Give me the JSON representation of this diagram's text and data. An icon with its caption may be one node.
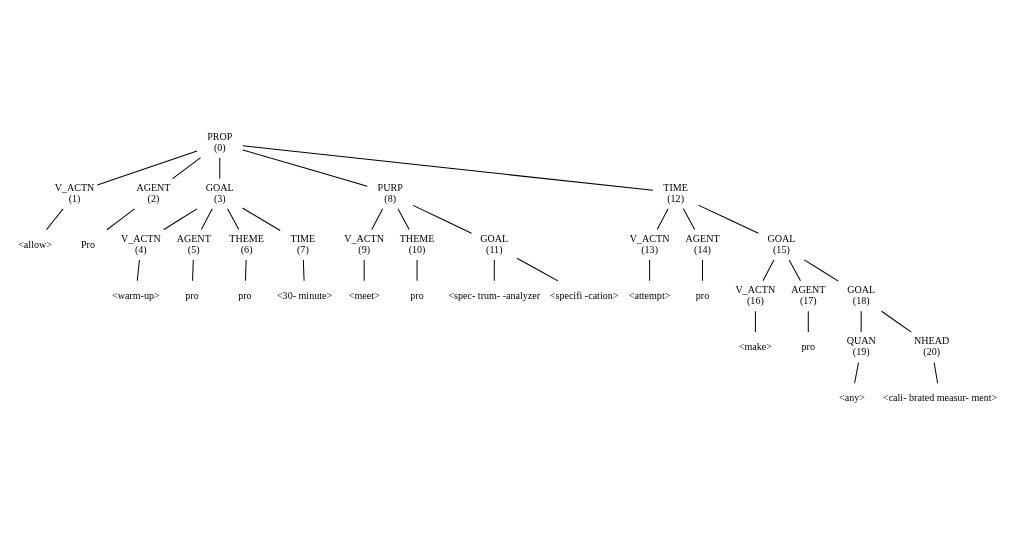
{
  "diagram": {
    "nodes": [
      {
        "text": [
          "PROP",
          "(0)"
        ]
      },
      {
        "text": [
          "V_ACTN",
          "(1)"
        ]
      },
      {
        "text": [
          "AGENT",
          "(2)"
        ]
      },
      {
        "text": [
          "GOAL",
          "(3)"
        ]
      },
      {
        "text": [
          "V_ACTN",
          "(4)"
        ]
      },
      {
        "text": [
          "AGENT",
          "(5)"
        ]
      },
      {
        "text": [
          "THEME",
          "(6)"
        ]
      },
      {
        "text": [
          "TIME",
          "(7)"
        ]
      },
      {
        "text": [
          "PURP",
          "(8)"
        ]
      },
      {
        "text": [
          "V_ACTN",
          "(9)"
        ]
      },
      {
        "text": [
          "THEME",
          "(10)"
        ]
      },
      {
        "text": [
          "GOAL",
          "(11)"
        ]
      },
      {
        "text": [
          "TIME",
          "(12)"
        ]
      },
      {
        "text": [
          "V_ACTN",
          "(13)"
        ]
      },
      {
        "text": [
          "AGENT",
          "(14)"
        ]
      },
      {
        "text": [
          "GOAL",
          "(15)"
        ]
      },
      {
        "text": [
          "V_ACTN",
          "(16)"
        ]
      },
      {
        "text": [
          "AGENT",
          "(17)"
        ]
      },
      {
        "text": [
          "GOAL",
          "(18)"
        ]
      },
      {
        "text": [
          "QUAN",
          "(19)"
        ]
      },
      {
        "text": [
          "NHEAD",
          "(20)"
        ]
      },
      {
        "text": [
          "<allow>"
        ]
      },
      {
        "text": [
          "Pro"
        ]
      },
      {
        "text": [
          "<warm-up>"
        ]
      },
      {
        "text": [
          "pro"
        ]
      },
      {
        "text": [
          "pro"
        ]
      },
      {
        "text": [
          "<30- minute>"
        ]
      },
      {
        "text": [
          "<meet>"
        ]
      },
      {
        "text": [
          "pro"
        ]
      },
      {
        "text": [
          "<spec- trum- -analyzer"
        ]
      },
      {
        "text": [
          "<specifi -cation>"
        ]
      },
      {
        "text": [
          "<attempt>"
        ]
      },
      {
        "text": [
          "pro"
        ]
      },
      {
        "text": [
          "<make>"
        ]
      },
      {
        "text": [
          "pro"
        ]
      },
      {
        "text": [
          "<any>"
        ]
      },
      {
        "text": [
          "<cali- brated measur- ment>"
        ]
      }
    ],
    "edges": [
      {
        "from": 0,
        "to": 1,
        "arrow": "none"
      },
      {
        "from": 0,
        "to": 2,
        "arrow": "none"
      },
      {
        "from": 0,
        "to": 3,
        "arrow": "none"
      },
      {
        "from": 0,
        "to": 8,
        "arrow": "none"
      },
      {
        "from": 0,
        "to": 12,
        "arrow": "none"
      },
      {
        "from": 1,
        "to": 21,
        "arrow": "none"
      },
      {
        "from": 2,
        "to": 22,
        "arrow": "none"
      },
      {
        "from": 3,
        "to": 4,
        "arrow": "none"
      },
      {
        "from": 3,
        "to": 5,
        "arrow": "none"
      },
      {
        "from": 3,
        "to": 6,
        "arrow": "none"
      },
      {
        "from": 3,
        "to": 7,
        "arrow": "none"
      },
      {
        "from": 4,
        "to": 23,
        "arrow": "none"
      },
      {
        "from": 5,
        "to": 24,
        "arrow": "none"
      },
      {
        "from": 6,
        "to": 25,
        "arrow": "none"
      },
      {
        "from": 7,
        "to": 26,
        "arrow": "none"
      },
      {
        "from": 8,
        "to": 9,
        "arrow": "none"
      },
      {
        "from": 8,
        "to": 10,
        "arrow": "none"
      },
      {
        "from": 8,
        "to": 11,
        "arrow": "none"
      },
      {
        "from": 9,
        "to": 27,
        "arrow": "none"
      },
      {
        "from": 10,
        "to": 28,
        "arrow": "none"
      },
      {
        "from": 11,
        "to": 29,
        "arrow": "none"
      },
      {
        "from": 11,
        "to": 30,
        "arrow": "none"
      },
      {
        "from": 12,
        "to": 13,
        "arrow": "none"
      },
      {
        "from": 12,
        "to": 14,
        "arrow": "none"
      },
      {
        "from": 12,
        "to": 15,
        "arrow": "none"
      },
      {
        "from": 13,
        "to": 31,
        "arrow": "none"
      },
      {
        "from": 14,
        "to": 32,
        "arrow": "none"
      },
      {
        "from": 15,
        "to": 16,
        "arrow": "none"
      },
      {
        "from": 15,
        "to": 17,
        "arrow": "none"
      },
      {
        "from": 15,
        "to": 18,
        "arrow": "none"
      },
      {
        "from": 16,
        "to": 33,
        "arrow": "none"
      },
      {
        "from": 17,
        "to": 34,
        "arrow": "none"
      },
      {
        "from": 18,
        "to": 19,
        "arrow": "none"
      },
      {
        "from": 18,
        "to": 20,
        "arrow": "none"
      },
      {
        "from": 19,
        "to": 35,
        "arrow": "none"
      },
      {
        "from": 20,
        "to": 36,
        "arrow": "none"
      }
    ]
  }
}
